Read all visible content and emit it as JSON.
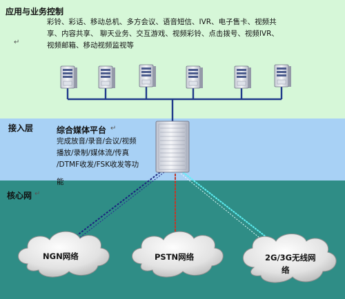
{
  "app_layer": {
    "title": "应用与业务控制",
    "lines": [
      "彩铃、彩话、移动总机、多方会议、语音短信、IVR、电子售卡、视频共",
      "享、内容共享、 聊天业务、交互游戏、视频彩铃、点击拨号、视频IVR、",
      "视频邮箱、移动视频监视等"
    ],
    "mark": "↵"
  },
  "access_layer": {
    "title": "接入层",
    "platform_title": "综合媒体平台",
    "lines": [
      "完成放音/录音/会议/视频",
      "播放/录制/媒体流/传真",
      "/DTMF收发/FSK收发等功",
      "能"
    ],
    "mark": "↵"
  },
  "core_layer": {
    "title": "核心网",
    "mark": "↵"
  },
  "clouds": [
    {
      "label_lines": [
        "NGN网络"
      ]
    },
    {
      "label_lines": [
        "PSTN网络"
      ]
    },
    {
      "label_lines": [
        "2G/3G无线网",
        "络"
      ]
    }
  ],
  "colors": {
    "app_bg": "#d6f7d8",
    "access_bg": "#a8d1f5",
    "core_bg": "#2f8d86",
    "bus_line": "#1f3a8a",
    "link_ngn": "#1a237e",
    "link_pstn": "#c0392b",
    "link_wireless": "#5ff2f7",
    "cloud_fill": "#e4e4e4"
  },
  "icons": [
    "server-icon",
    "media-platform-icon",
    "cloud-icon"
  ]
}
